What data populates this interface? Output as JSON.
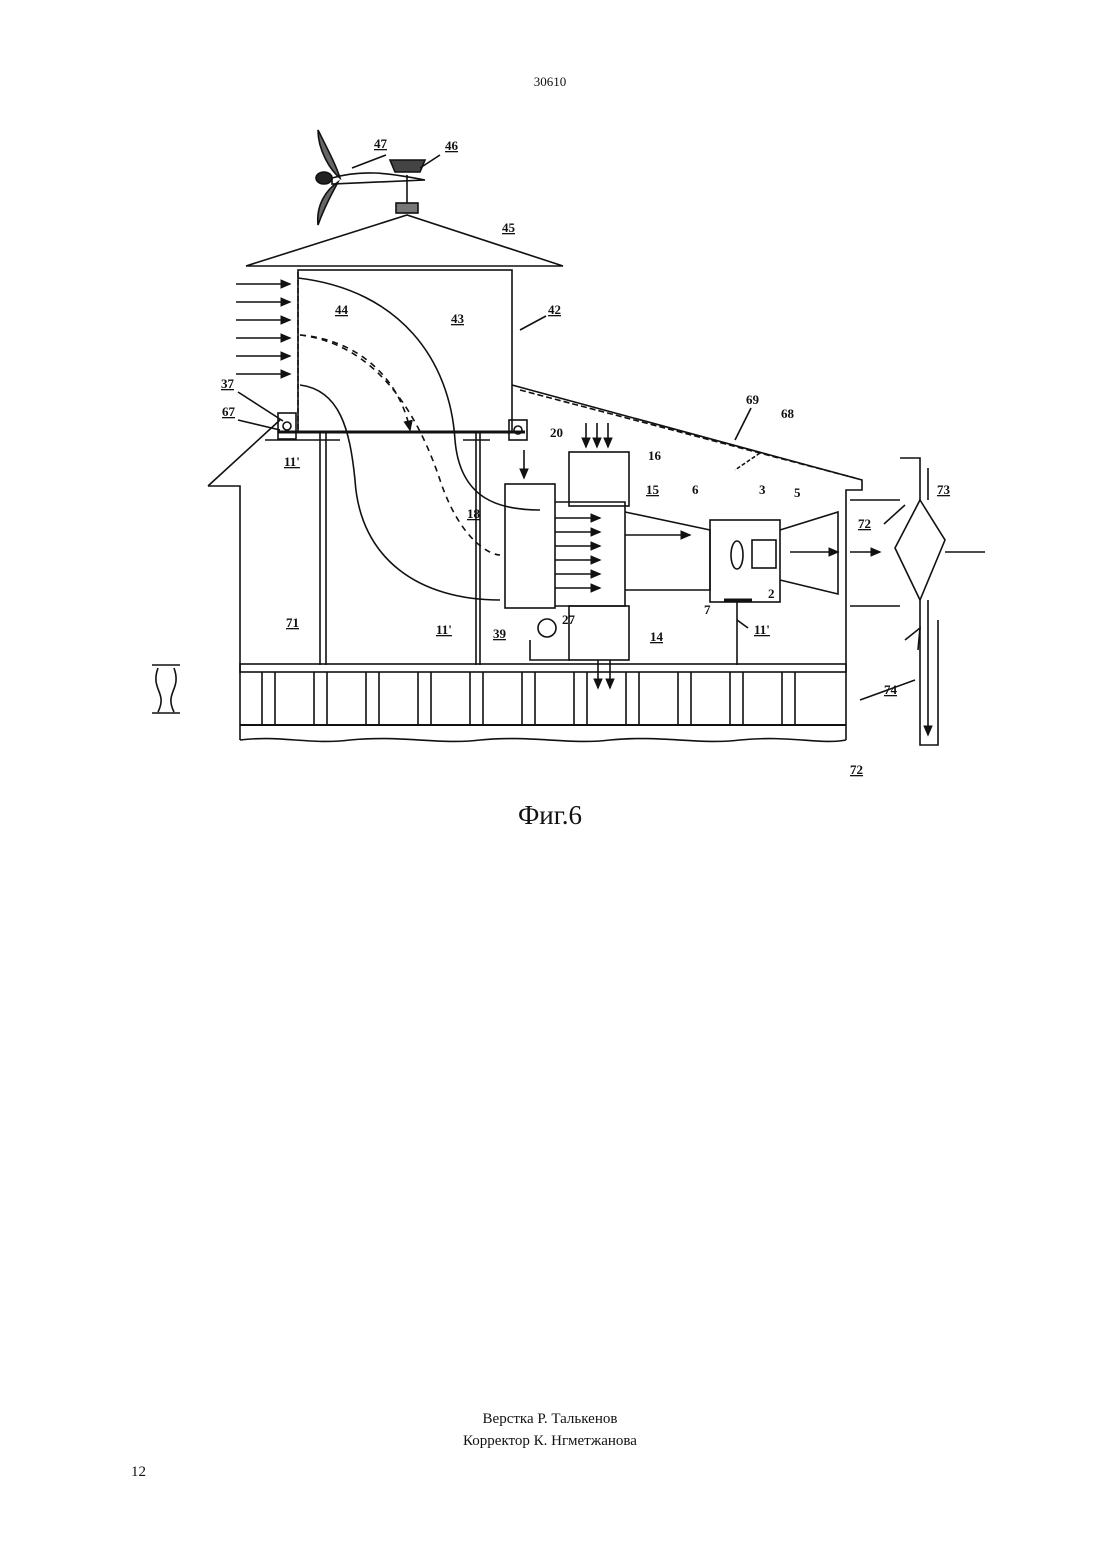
{
  "header": {
    "document_number": "30610"
  },
  "figure": {
    "caption": "Фиг.6",
    "labels": {
      "l47": "47",
      "l46": "46",
      "l45": "45",
      "l44": "44",
      "l43": "43",
      "l42": "42",
      "l37": "37",
      "l67": "67",
      "l69": "69",
      "l68": "68",
      "l20": "20",
      "l16": "16",
      "l15": "15",
      "l6": "6",
      "l3": "3",
      "l5": "5",
      "l73": "73",
      "l72a": "72",
      "l11a": "11'",
      "l18": "18",
      "l7": "7",
      "l2": "2",
      "l27": "27",
      "l14": "14",
      "l11b": "11'",
      "l39": "39",
      "l11c": "11'",
      "l71": "71",
      "l74": "74",
      "l72b": "72"
    }
  },
  "footer": {
    "layout_credit": "Верстка Р. Талькенов",
    "corrector_credit": "Корректор К. Нгметжанова",
    "page_number": "12"
  }
}
